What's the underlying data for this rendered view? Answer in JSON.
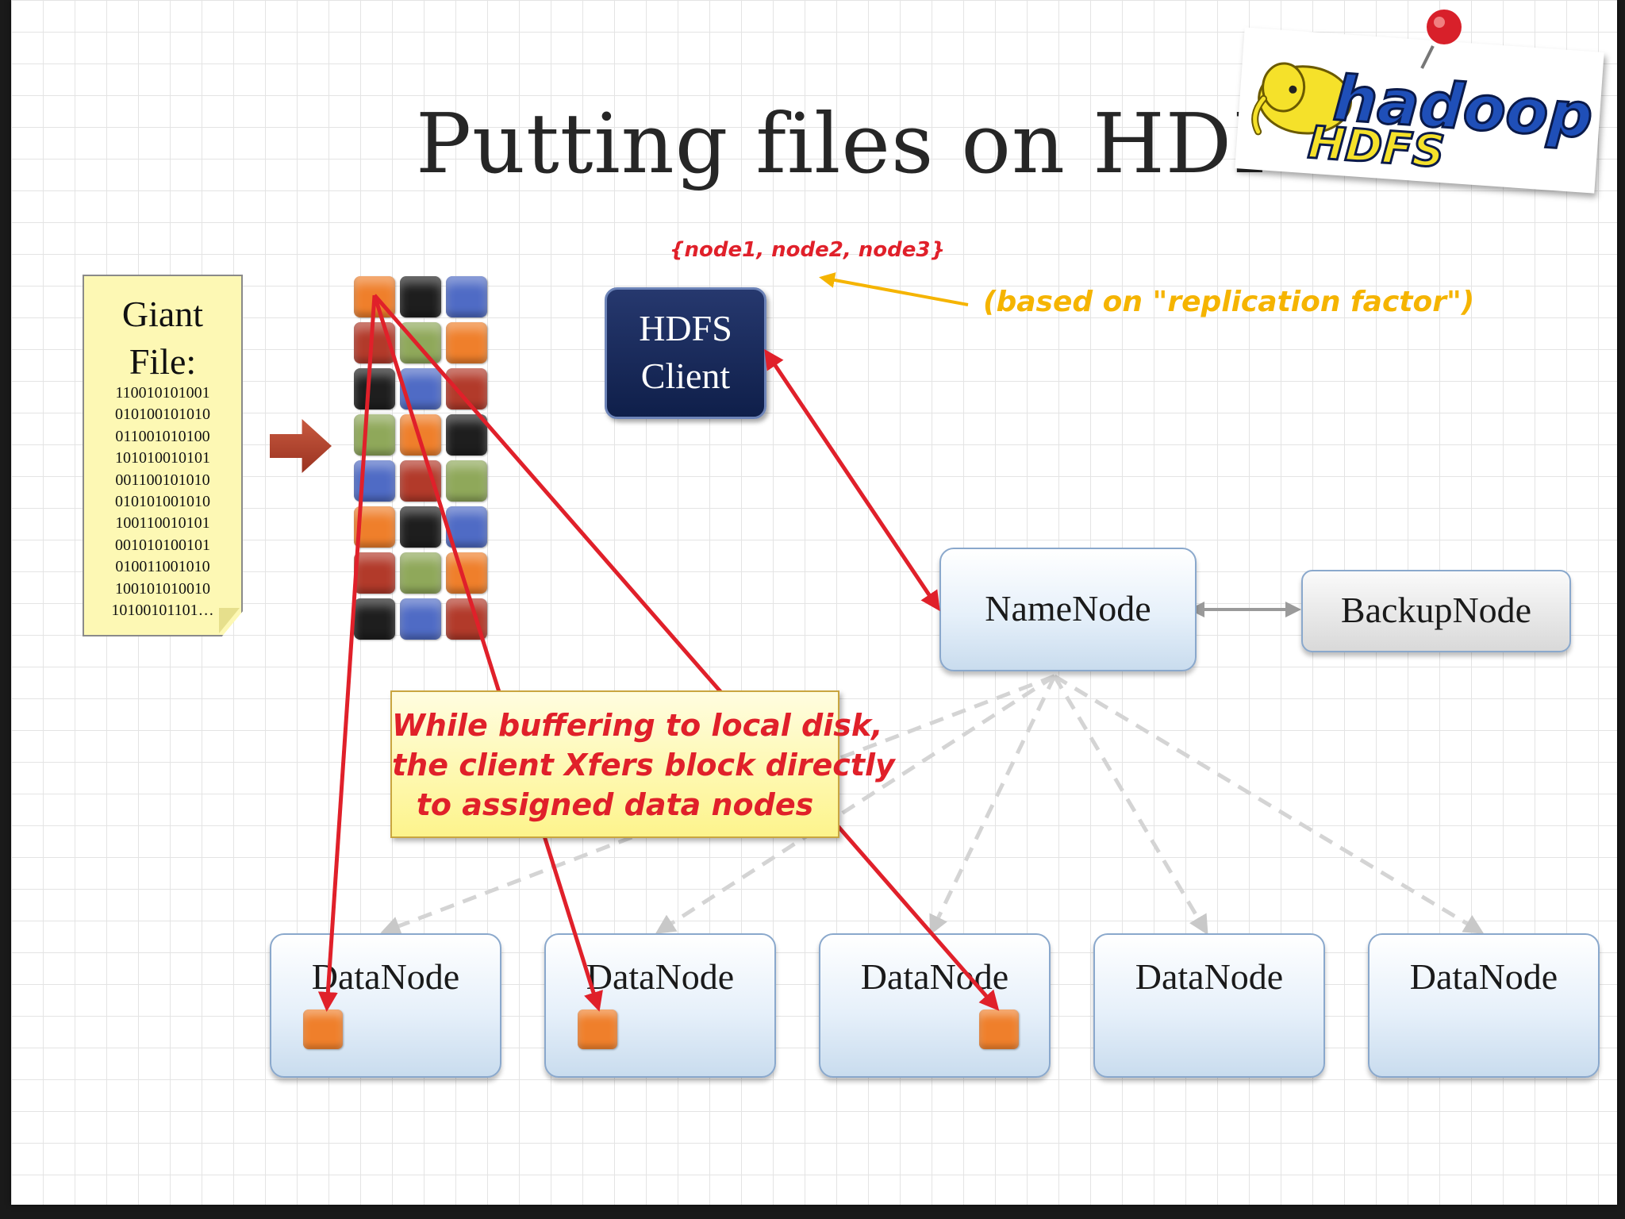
{
  "slide": {
    "title": "Putting files on HDFS",
    "logo": {
      "brand": "hadoop",
      "sub": "HDFS"
    },
    "annotations": {
      "node_set": "{node1, node2, node3}",
      "replication": "(based on \"replication factor\")",
      "callout": [
        "While buffering to local disk,",
        "the client Xfers block directly",
        "to assigned data nodes"
      ]
    },
    "giant_file": {
      "title_lines": [
        "Giant",
        "File:"
      ],
      "bits": [
        "110010101001",
        "010100101010",
        "011001010100",
        "101010010101",
        "001100101010",
        "010101001010",
        "100110010101",
        "001010100101",
        "010011001010",
        "100101010010",
        "10100101101…"
      ]
    },
    "client": {
      "lines": [
        "HDFS",
        "Client"
      ]
    },
    "namenode": {
      "label": "NameNode"
    },
    "backupnode": {
      "label": "BackupNode"
    },
    "datanodes": [
      "DataNode",
      "DataNode",
      "DataNode",
      "DataNode",
      "DataNode"
    ],
    "colors": {
      "orange": "#ef7f2b",
      "black": "#1e1e1e",
      "blue": "#4f6bc5",
      "red": "#b23a2a",
      "green": "#8fa85a",
      "arrow_red": "#e0202a",
      "arrow_yellow": "#f5b400"
    },
    "block_grid": [
      [
        "orange",
        "black",
        "blue"
      ],
      [
        "red",
        "green",
        "orange"
      ],
      [
        "black",
        "blue",
        "red"
      ],
      [
        "green",
        "orange",
        "black"
      ],
      [
        "blue",
        "red",
        "green"
      ],
      [
        "orange",
        "black",
        "blue"
      ],
      [
        "red",
        "green",
        "orange"
      ],
      [
        "black",
        "blue",
        "red"
      ]
    ]
  }
}
